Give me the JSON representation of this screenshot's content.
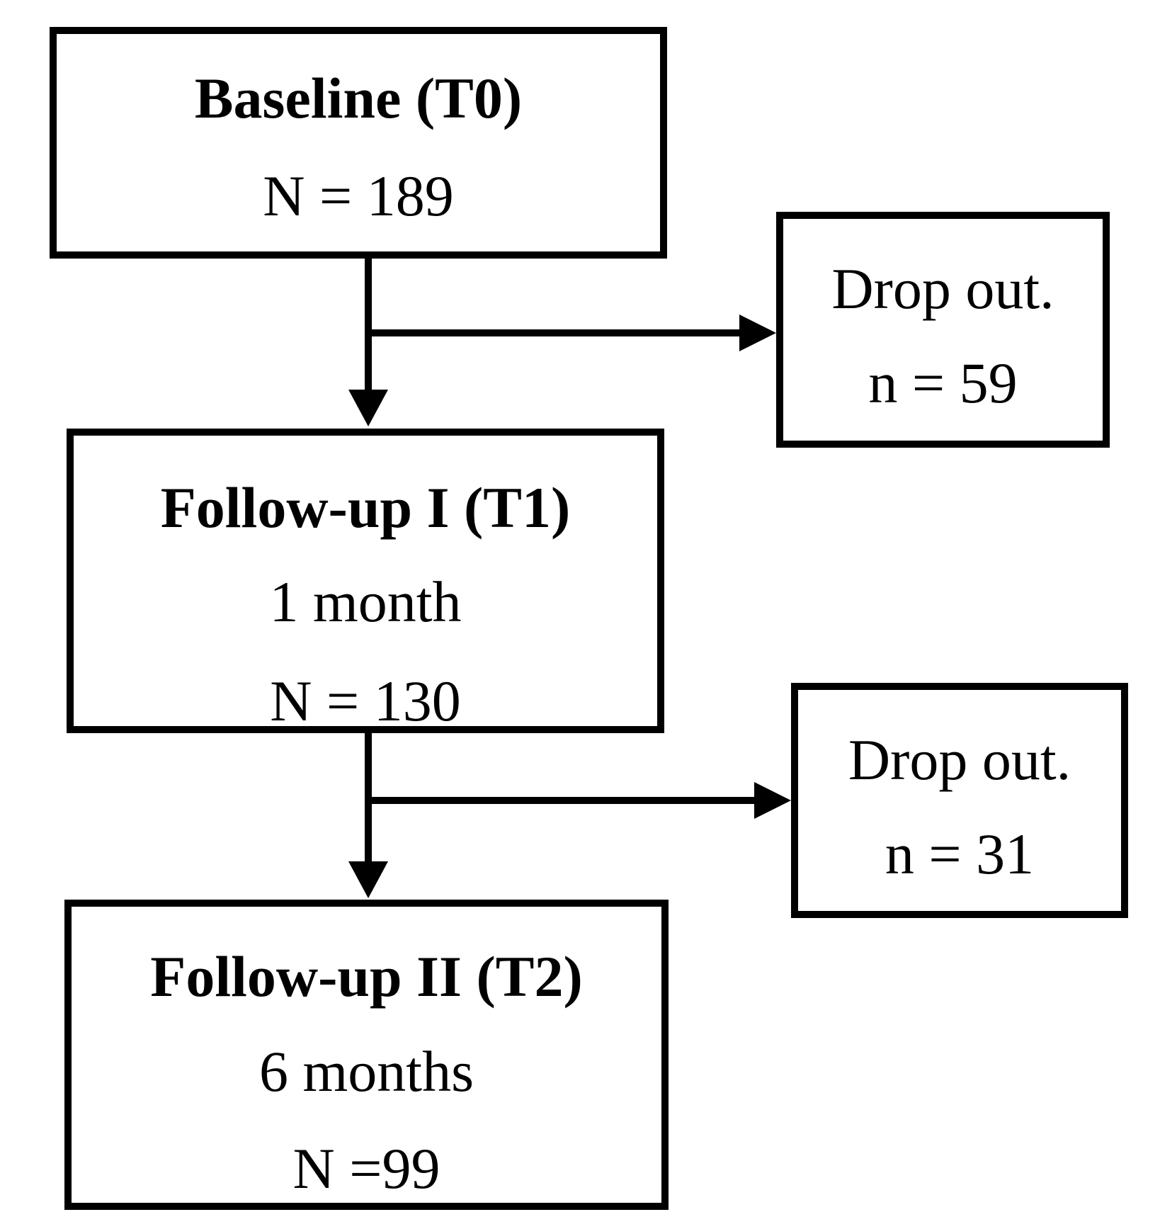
{
  "diagram": {
    "type": "study-flowchart",
    "background_color": "#ffffff",
    "line_color": "#000000",
    "nodes": {
      "baseline": {
        "title": "Baseline (T0)",
        "count": "N = 189"
      },
      "dropout1": {
        "title": "Drop out.",
        "count": "n = 59"
      },
      "followup1": {
        "title": "Follow-up I (T1)",
        "time": "1 month",
        "count": "N = 130"
      },
      "dropout2": {
        "title": "Drop out.",
        "count": "n = 31"
      },
      "followup2": {
        "title": "Follow-up II (T2)",
        "time": "6 months",
        "count": "N =99"
      }
    },
    "edges": [
      {
        "from": "baseline",
        "to": "followup1",
        "direction": "down"
      },
      {
        "from": "baseline",
        "to": "dropout1",
        "direction": "right"
      },
      {
        "from": "followup1",
        "to": "followup2",
        "direction": "down"
      },
      {
        "from": "followup1",
        "to": "dropout2",
        "direction": "right"
      }
    ]
  }
}
